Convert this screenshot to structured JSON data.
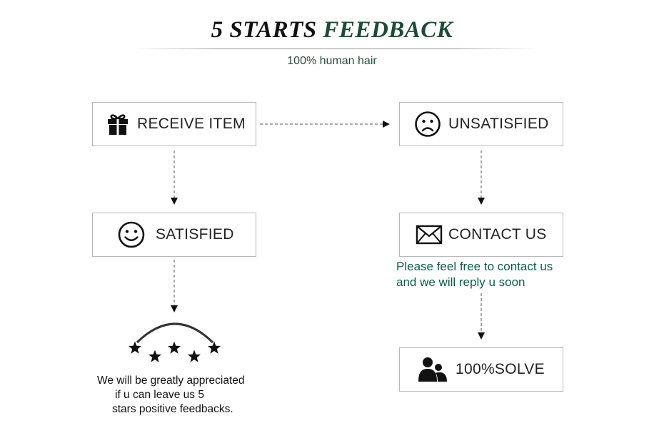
{
  "header": {
    "title_part1": "5 STARTS ",
    "title_part2": "FEEDBACK",
    "subtitle": "100% human hair",
    "accent_color": "#1f4a35"
  },
  "flow": {
    "receive": {
      "label": "RECEIVE ITEM",
      "icon": "gift-icon"
    },
    "unsatisfied": {
      "label": "UNSATISFIED",
      "icon": "sad-face-icon"
    },
    "satisfied": {
      "label": "SATISFIED",
      "icon": "smile-face-icon"
    },
    "contact": {
      "label": "CONTACT US",
      "icon": "envelope-icon"
    },
    "solve": {
      "label": "100%SOLVE",
      "icon": "people-icon"
    }
  },
  "contact_note": {
    "line1": "Please feel free to contact us",
    "line2": "and we will reply u soon",
    "color": "#0f5a4a"
  },
  "feedback_note": {
    "line1": "We will be greatly appreciated",
    "line2": "if u can leave us  5",
    "line3": "stars positive  feedbacks.",
    "star_count": 5,
    "icon": "star-icon"
  }
}
